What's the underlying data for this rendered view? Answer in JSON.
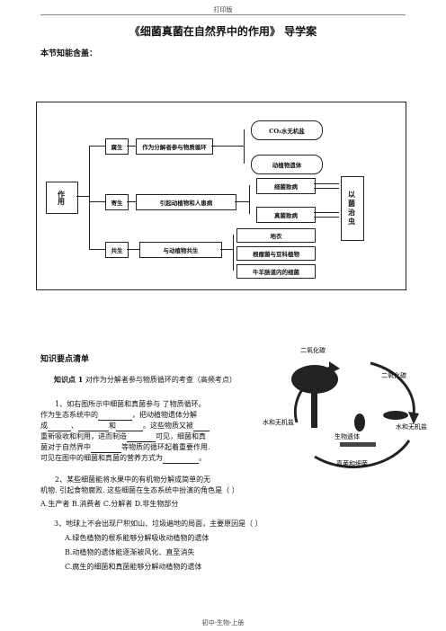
{
  "header": {
    "print_label": "打印版",
    "footer": "初中-生物-上册"
  },
  "title": "《细菌真菌在自然界中的作用》 导学案",
  "section1": "本节知能含盖：",
  "diagram": {
    "root": "作用",
    "branches": [
      {
        "type": "腐生",
        "desc": "作为分解者参与物质循环",
        "outputs": [
          "CO₂水无机盐",
          "动植物遗体"
        ]
      },
      {
        "type": "寄生",
        "desc": "引起动植物和人患病",
        "outputs": [
          "细菌致病",
          "真菌致病"
        ]
      },
      {
        "type": "共生",
        "desc": "与动植物共生",
        "outputs": [
          "地衣",
          "根瘤菌与豆科植物",
          "牛羊肠道内的细菌"
        ]
      }
    ],
    "right_box": "以菌治虫"
  },
  "section2": "知识要点清单",
  "kp1": {
    "label": "知识点 1",
    "text": "对作为分解者参与物质循环的考查（高频考点）"
  },
  "q1": {
    "l1": "1、如右图所示中细菌和真菌参与 了物质循环。",
    "l2a": "作为生态系统中的",
    "l2b": "，把动植物遗体分解",
    "l3a": "成",
    "l3b": "、",
    "l3c": "和",
    "l3d": "。这些物质又被",
    "l4a": "重新吸收和利用，进而制造",
    "l4b": "可见，细菌和真",
    "l5a": "菌对于自然界中",
    "l5b": "等物质的循环起着重要作用.",
    "l6a": "可见在图中的细菌和真菌的营养方式为",
    "l6b": "。"
  },
  "q2": {
    "l1": "2、某些细菌能将水果中的有机物分解成简单的无",
    "l2": "机物. 引起食物腐败. 这些细菌在生态系统中扮演的角色是（    ）",
    "options": "A.生产者 B.消费者 C.分解者 D.非生物部分"
  },
  "q3": {
    "stem": "3、地球上不会出现尸积如山、垃圾遍地的局面，主要原因是（    ）",
    "A": "A.绿色植物的根系能够分解吸收动植物的遗体",
    "B": "B.动植物的遗体能逐渐被风化、直至消失",
    "C": "C.腐生的细菌和真菌能够分解动植物的遗体"
  },
  "figure": {
    "labels": [
      "二氧化碳",
      "二氧化碳",
      "水和无机盐",
      "水和无机盐",
      "生物遗体",
      "真菌和细菌"
    ]
  }
}
